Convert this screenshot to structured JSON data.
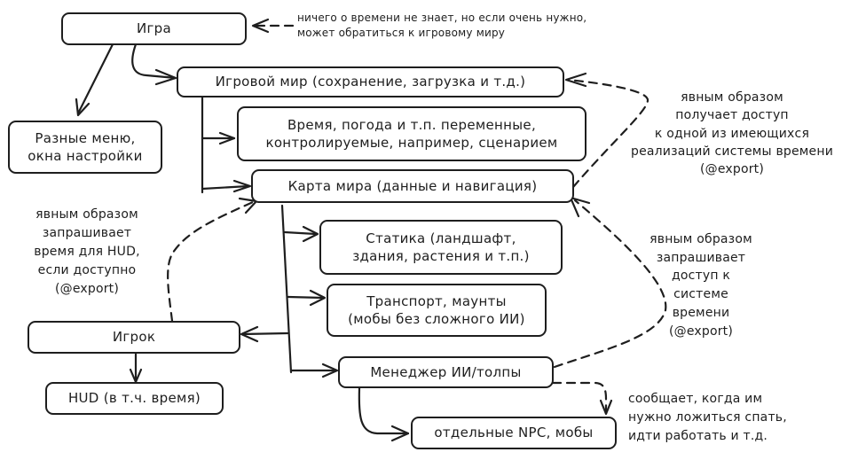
{
  "diagram": {
    "nodes": {
      "game": "Игра",
      "game_world": "Игровой мир (сохранение, загрузка и т.д.)",
      "menus": "Разные меню,\nокна настройки",
      "time_weather": "Время, погода и т.п. переменные,\nконтролируемые, например, сценарием",
      "world_map": "Карта мира (данные и навигация)",
      "statics": "Статика (ландшафт,\nздания, растения и т.п.)",
      "transport": "Транспорт, маунты\n(мобы без сложного ИИ)",
      "player": "Игрок",
      "hud": "HUD (в т.ч. время)",
      "ai_manager": "Менеджер ИИ/толпы",
      "npcs": "отдельные NPC, мобы"
    },
    "notes": {
      "game_note": "ничего о времени не знает, но если очень нужно,\nможет обратиться к игровому миру",
      "map_access_note": "явным образом\nполучает доступ\nк одной из имеющихся\nреализаций системы времени\n(@export)",
      "player_note": "явным образом\nзапрашивает\nвремя для HUD,\nесли доступно\n(@export)",
      "ai_access_note": "явным образом\nзапрашивает\nдоступ к\nсистеме\nвремени\n(@export)",
      "npc_note": "сообщает, когда им\nнужно ложиться спать,\nидти работать и т.д."
    },
    "colors": {
      "stroke": "#1e1e1e",
      "background": "#ffffff"
    }
  }
}
